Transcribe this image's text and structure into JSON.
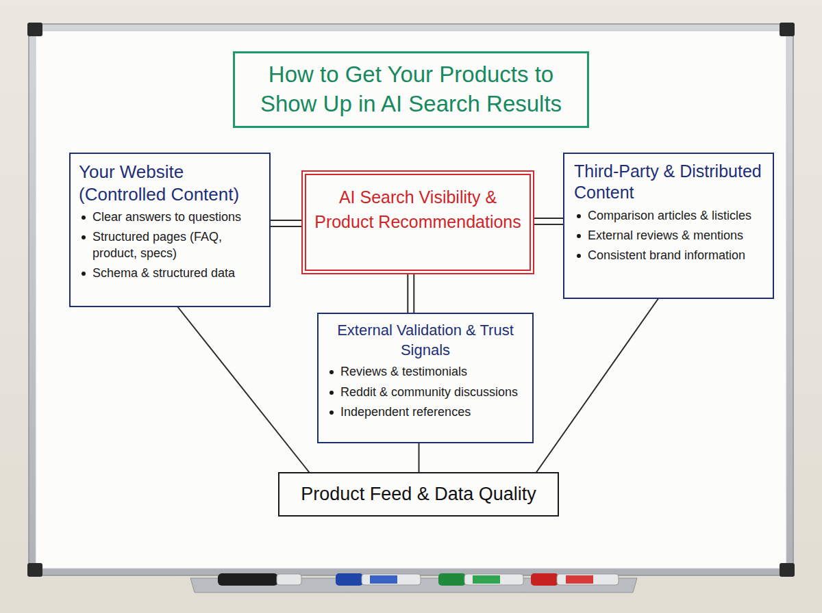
{
  "diagram": {
    "title": "How to Get Your Products to Show Up in AI Search Results",
    "nodes": [
      {
        "text": [
          "Your Website (Controlled Content)",
          "Clear answers to questions",
          "Structured pages (FAQ, product, specs)",
          "Schema & structured data"
        ]
      },
      {
        "text": [
          "AI Search Visibility & Product Recommendations"
        ]
      },
      {
        "text": [
          "Third-Party & Distributed Content",
          "Comparison articles & listicles",
          "External reviews & mentions",
          "Consistent brand information"
        ]
      },
      {
        "text": [
          "External Validation & Trust Signals",
          "Reviews & testimonials",
          "Reddit & community discussions",
          "Independent references"
        ]
      },
      {
        "text": [
          "Product Feed & Data Quality"
        ]
      }
    ],
    "edges": [
      {
        "from": 0,
        "to": 1,
        "arrow": "none"
      },
      {
        "from": 1,
        "to": 2,
        "arrow": "none"
      },
      {
        "from": 1,
        "to": 3,
        "arrow": "none"
      },
      {
        "from": 0,
        "to": 4,
        "arrow": "none"
      },
      {
        "from": 3,
        "to": 4,
        "arrow": "none"
      },
      {
        "from": 2,
        "to": 4,
        "arrow": "none"
      }
    ]
  }
}
